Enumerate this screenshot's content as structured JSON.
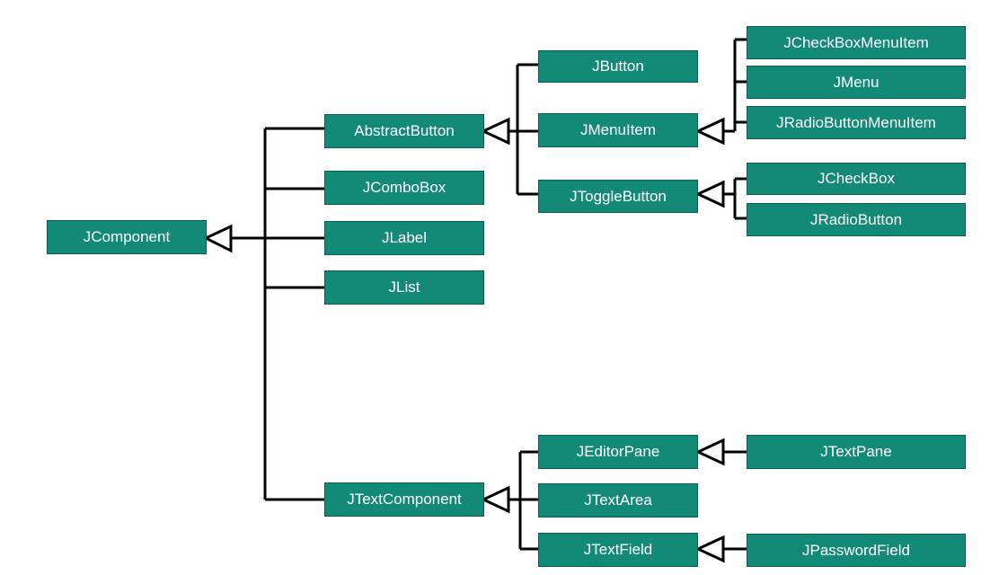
{
  "diagram": {
    "nodes": {
      "jcomponent": "JComponent",
      "abstractbutton": "AbstractButton",
      "jcombobox": "JComboBox",
      "jlabel": "JLabel",
      "jlist": "JList",
      "jtextcomponent": "JTextComponent",
      "jbutton": "JButton",
      "jmenuitem": "JMenuItem",
      "jtogglebutton": "JToggleButton",
      "jcheckboxmenuitem": "JCheckBoxMenuItem",
      "jmenu": "JMenu",
      "jradiobuttonmenuitem": "JRadioButtonMenuItem",
      "jcheckbox": "JCheckBox",
      "jradiobutton": "JRadioButton",
      "jeditorpane": "JEditorPane",
      "jtextarea": "JTextArea",
      "jtextfield": "JTextField",
      "jtextpane": "JTextPane",
      "jpasswordfield": "JPasswordField"
    },
    "edges": [
      {
        "child": "abstractbutton",
        "parent": "jcomponent"
      },
      {
        "child": "jcombobox",
        "parent": "jcomponent"
      },
      {
        "child": "jlabel",
        "parent": "jcomponent"
      },
      {
        "child": "jlist",
        "parent": "jcomponent"
      },
      {
        "child": "jtextcomponent",
        "parent": "jcomponent"
      },
      {
        "child": "jbutton",
        "parent": "abstractbutton"
      },
      {
        "child": "jmenuitem",
        "parent": "abstractbutton"
      },
      {
        "child": "jtogglebutton",
        "parent": "abstractbutton"
      },
      {
        "child": "jcheckboxmenuitem",
        "parent": "jmenuitem"
      },
      {
        "child": "jmenu",
        "parent": "jmenuitem"
      },
      {
        "child": "jradiobuttonmenuitem",
        "parent": "jmenuitem"
      },
      {
        "child": "jcheckbox",
        "parent": "jtogglebutton"
      },
      {
        "child": "jradiobutton",
        "parent": "jtogglebutton"
      },
      {
        "child": "jeditorpane",
        "parent": "jtextcomponent"
      },
      {
        "child": "jtextarea",
        "parent": "jtextcomponent"
      },
      {
        "child": "jtextfield",
        "parent": "jtextcomponent"
      },
      {
        "child": "jtextpane",
        "parent": "jeditorpane"
      },
      {
        "child": "jpasswordfield",
        "parent": "jtextfield"
      }
    ],
    "colors": {
      "node_fill": "#138a78",
      "node_border": "#0a5e52",
      "node_text": "#ffffff",
      "connector": "#000000",
      "background": "#ffffff"
    }
  }
}
